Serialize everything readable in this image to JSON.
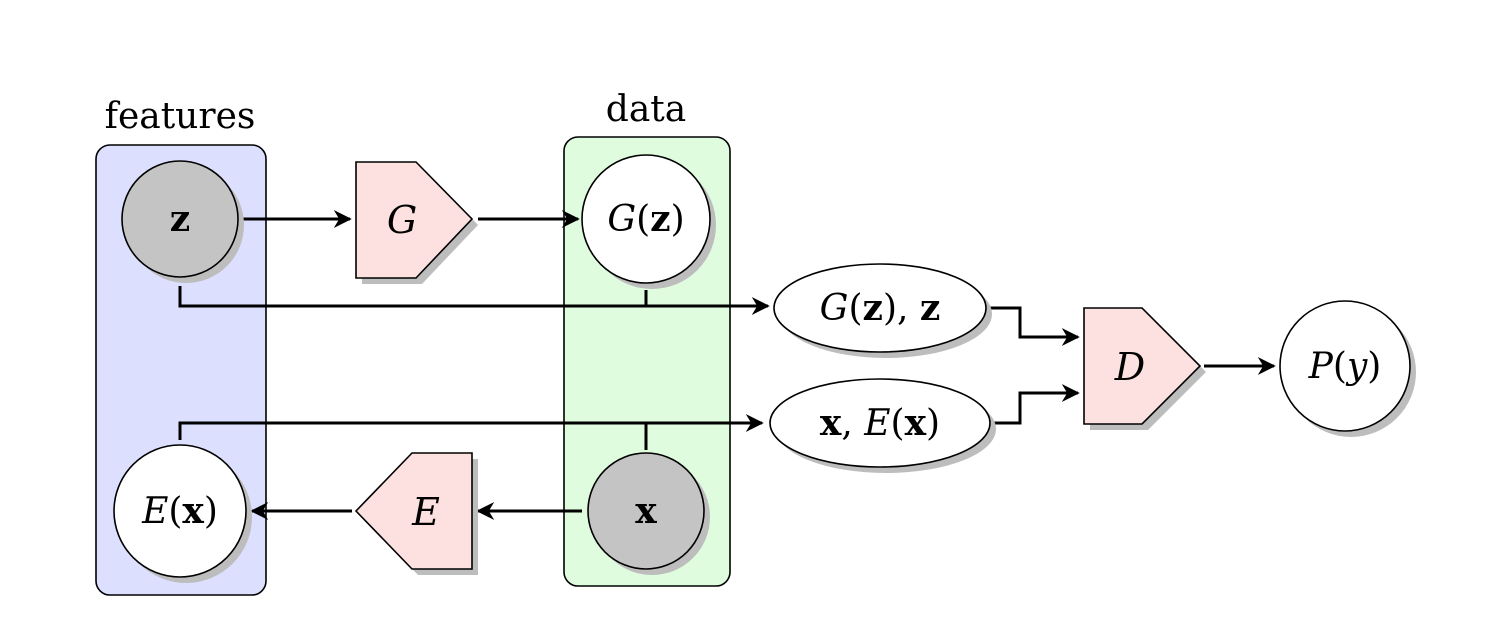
{
  "groups": {
    "features": {
      "label": "features",
      "fill": "#dddfff"
    },
    "data": {
      "label": "data",
      "fill": "#dffcdf"
    }
  },
  "nodes": {
    "z": {
      "parts": [
        {
          "t": "z",
          "s": "bold"
        }
      ],
      "fill": "#c4c4c4"
    },
    "G": {
      "parts": [
        {
          "t": "G",
          "s": "ital"
        }
      ],
      "fill": "#fde0e0"
    },
    "Gz": {
      "parts": [
        {
          "t": "G",
          "s": "ital"
        },
        {
          "t": "(",
          "s": ""
        },
        {
          "t": "z",
          "s": "bold"
        },
        {
          "t": ")",
          "s": ""
        }
      ],
      "fill": "#ffffff"
    },
    "Gz_z": {
      "parts": [
        {
          "t": "G",
          "s": "ital"
        },
        {
          "t": "(",
          "s": ""
        },
        {
          "t": "z",
          "s": "bold"
        },
        {
          "t": "), ",
          "s": ""
        },
        {
          "t": "z",
          "s": "bold"
        }
      ],
      "fill": "#ffffff"
    },
    "D": {
      "parts": [
        {
          "t": "D",
          "s": "ital"
        }
      ],
      "fill": "#fde0e0"
    },
    "Py": {
      "parts": [
        {
          "t": "P",
          "s": "ital"
        },
        {
          "t": "(",
          "s": ""
        },
        {
          "t": "y",
          "s": "ital"
        },
        {
          "t": ")",
          "s": ""
        }
      ],
      "fill": "#ffffff"
    },
    "x_Ex": {
      "parts": [
        {
          "t": "x",
          "s": "bold"
        },
        {
          "t": ", ",
          "s": ""
        },
        {
          "t": "E",
          "s": "ital"
        },
        {
          "t": "(",
          "s": ""
        },
        {
          "t": "x",
          "s": "bold"
        },
        {
          "t": ")",
          "s": ""
        }
      ],
      "fill": "#ffffff"
    },
    "x": {
      "parts": [
        {
          "t": "x",
          "s": "bold"
        }
      ],
      "fill": "#c4c4c4"
    },
    "E": {
      "parts": [
        {
          "t": "E",
          "s": "ital"
        }
      ],
      "fill": "#fde0e0"
    },
    "Ex": {
      "parts": [
        {
          "t": "E",
          "s": "ital"
        },
        {
          "t": "(",
          "s": ""
        },
        {
          "t": "x",
          "s": "bold"
        },
        {
          "t": ")",
          "s": ""
        }
      ],
      "fill": "#ffffff"
    }
  }
}
